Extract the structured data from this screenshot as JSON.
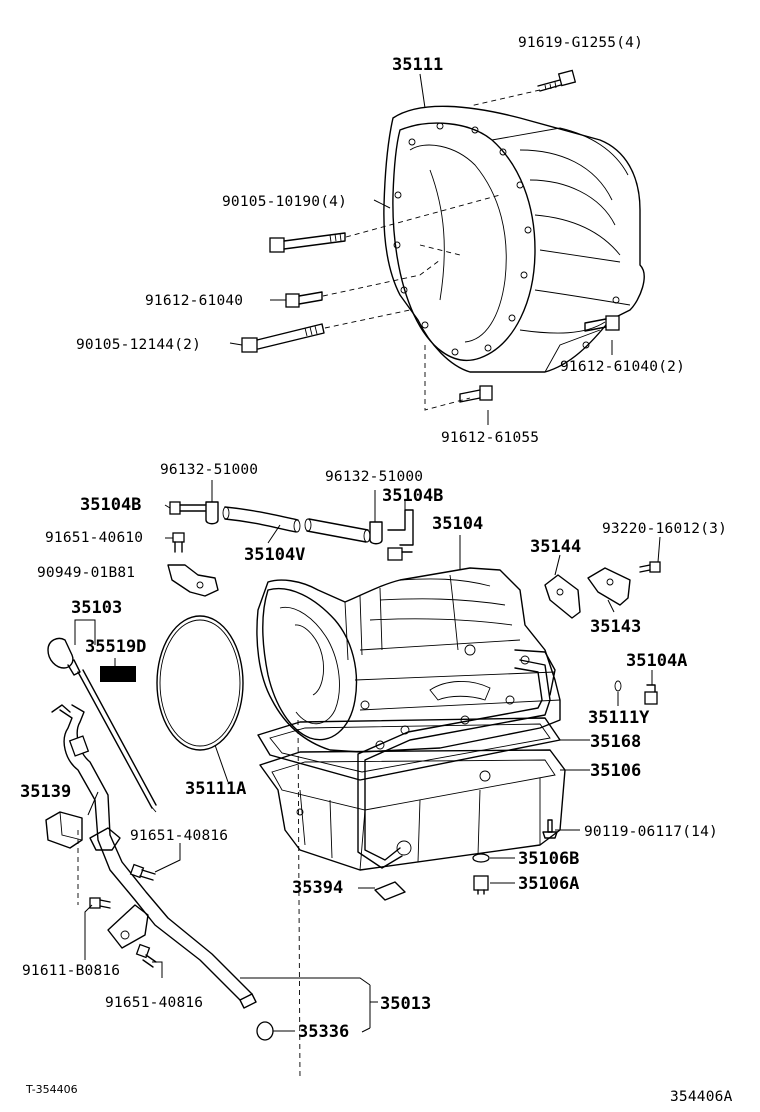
{
  "callouts": {
    "bolt_91619_G1255": "91619-G1255(4)",
    "housing_35111": "35111",
    "bolt_90105_10190": "90105-10190(4)",
    "bolt_91612_61040": "91612-61040",
    "bolt_90105_12144": "90105-12144(2)",
    "bolt_91612_61040_2": "91612-61040(2)",
    "bolt_91612_61055": "91612-61055",
    "clamp_96132_51000_left": "96132-51000",
    "clamp_96132_51000_right": "96132-51000",
    "union_35104B_left": "35104B",
    "union_35104B_right": "35104B",
    "bolt_91651_40610": "91651-40610",
    "clamp_90949_01B81": "90949-01B81",
    "hose_35104V": "35104V",
    "transmission_35104": "35104",
    "cover_35144": "35144",
    "bolt_93220_16012": "93220-16012(3)",
    "dipstick_35103": "35103",
    "label_35519D": "35519D",
    "cover_35143": "35143",
    "plug_35104A": "35104A",
    "oring_35111A": "35111A",
    "seal_35111Y": "35111Y",
    "gasket_35168": "35168",
    "pan_35106": "35106",
    "clamp_35139": "35139",
    "bolt_91651_40816_upper": "91651-40816",
    "bolt_90119_06117": "90119-06117(14)",
    "gasket_35106B": "35106B",
    "magnet_35394": "35394",
    "plug_35106A": "35106A",
    "bolt_91611_B0816": "91611-B0816",
    "bolt_91651_40816_lower": "91651-40816",
    "tube_35013": "35013",
    "oring_35336": "35336"
  },
  "footer": {
    "left_code": "T-354406",
    "right_code": "354406A"
  }
}
